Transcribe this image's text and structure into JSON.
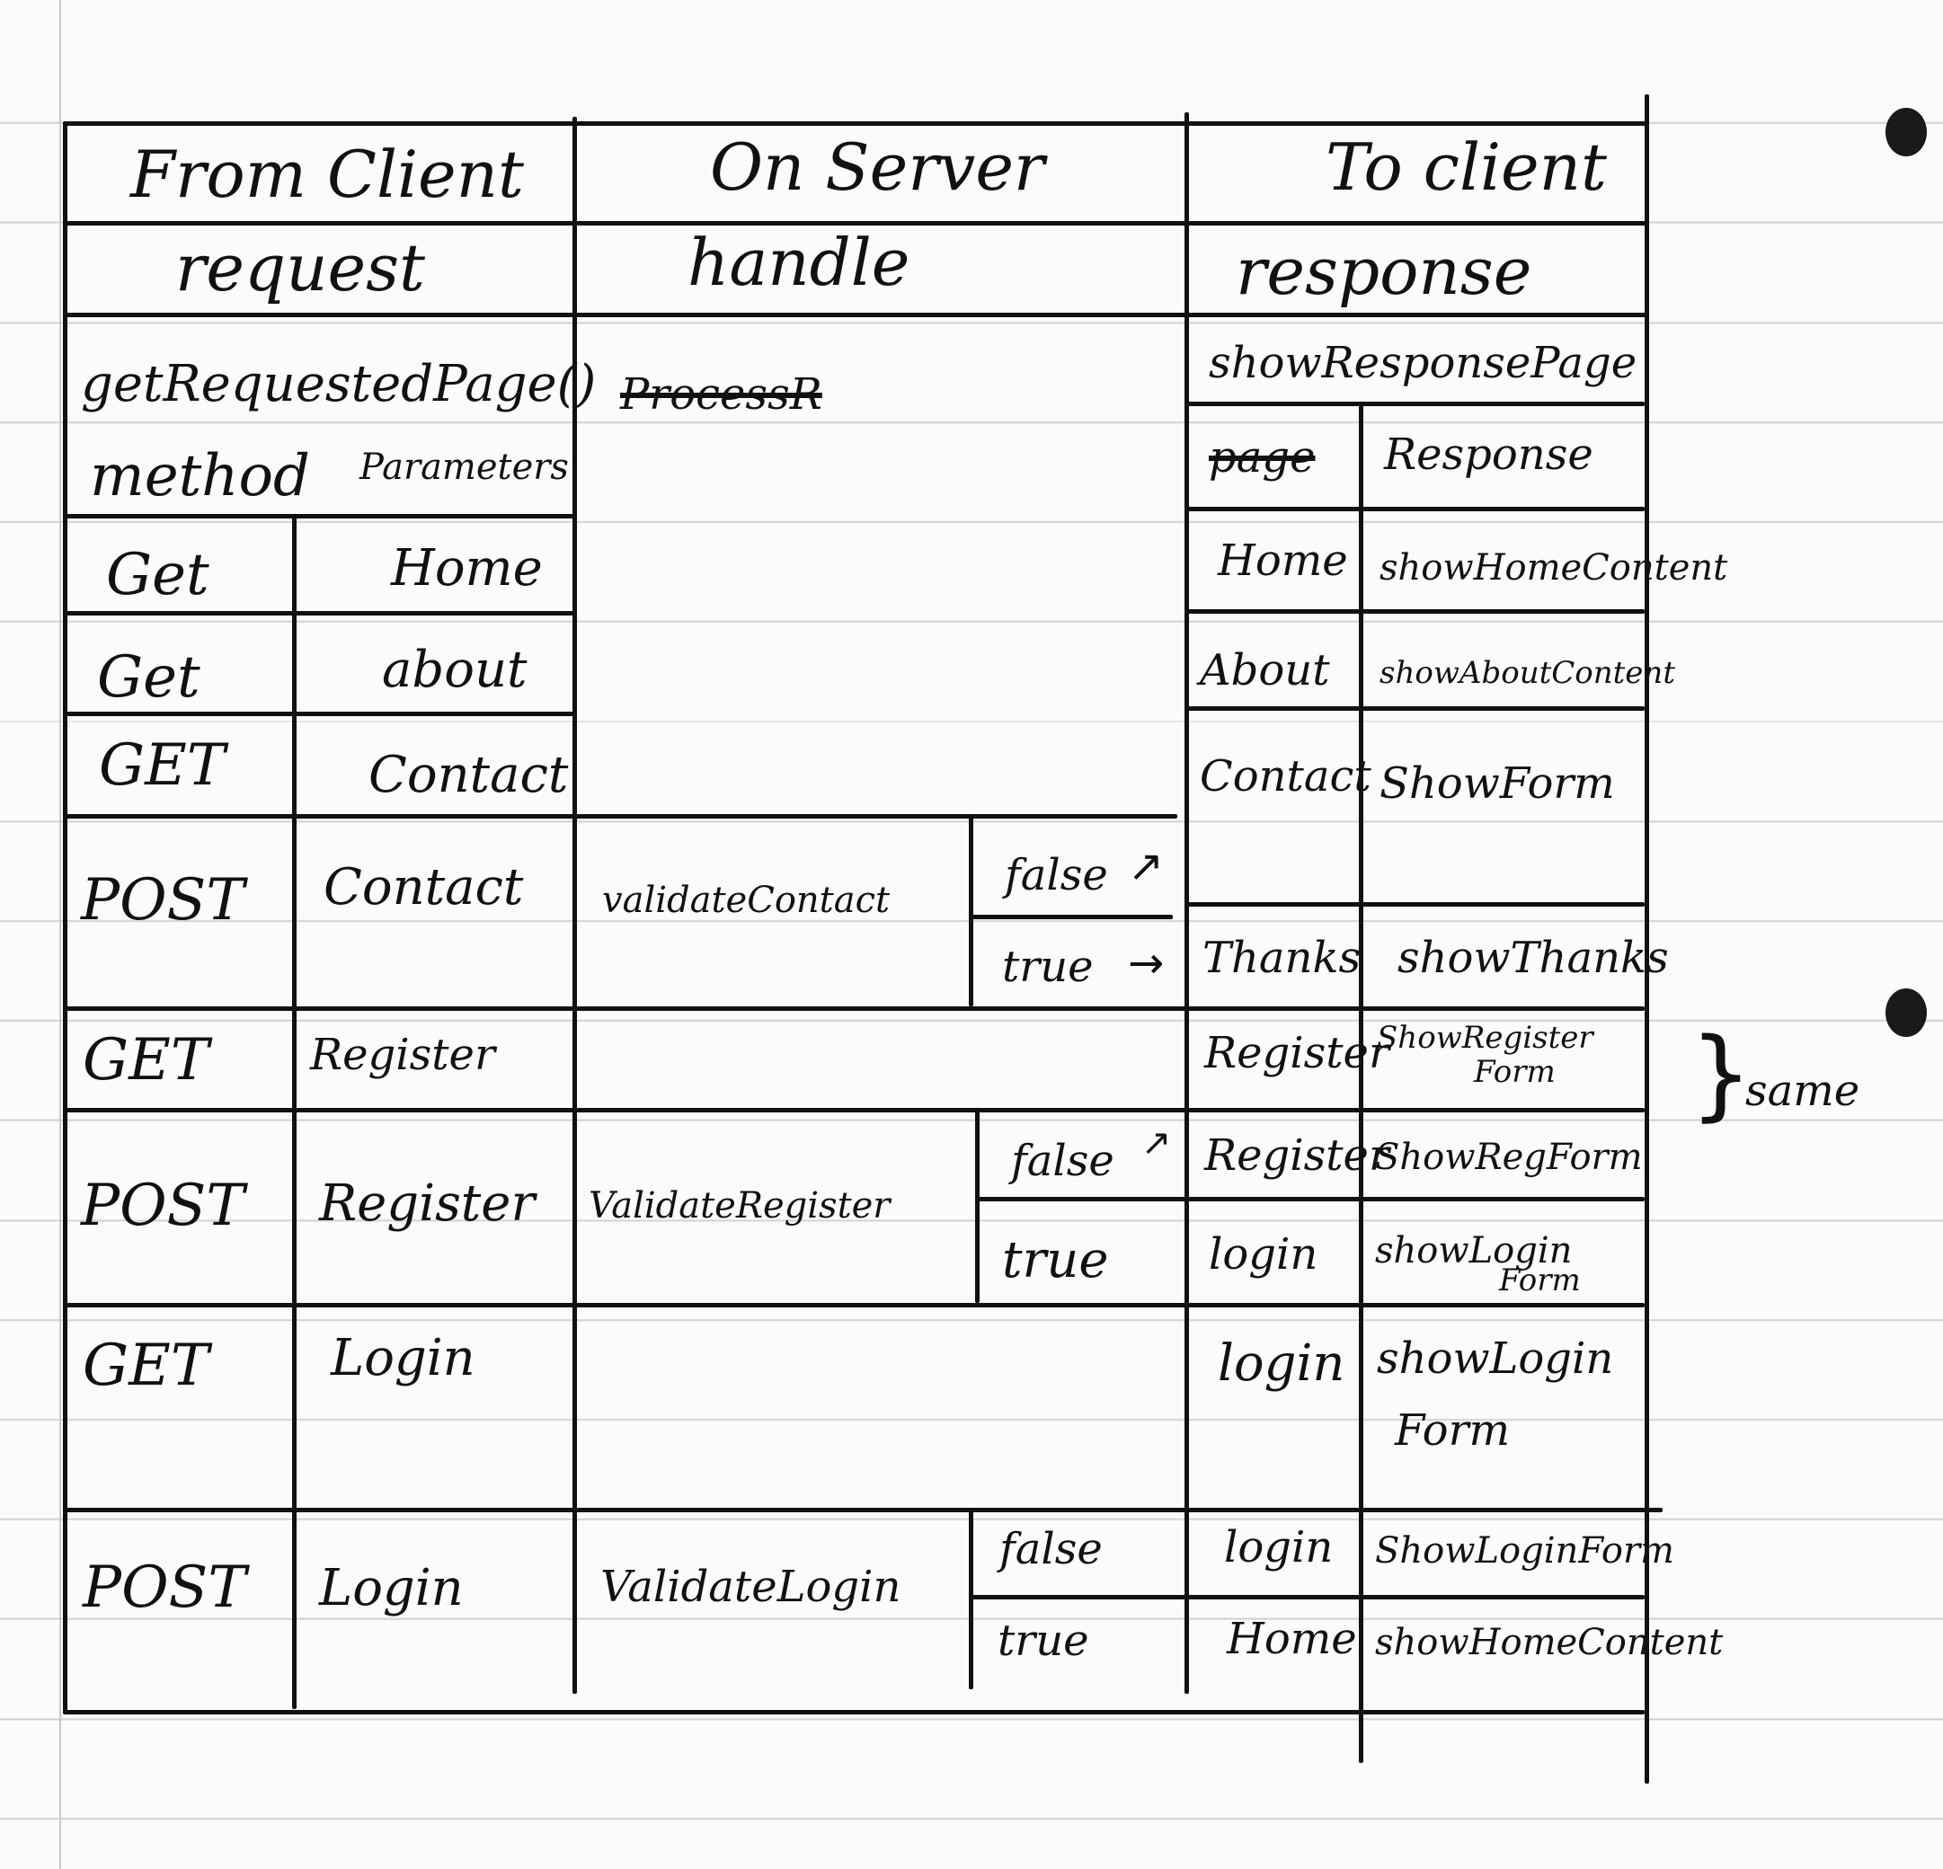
{
  "header": {
    "col1_title": "From Client",
    "col2_title": "On Server",
    "col3_title": "To client",
    "col1_sub": "request",
    "col2_sub": "handle",
    "col3_sub": "response"
  },
  "functions": {
    "client_fn": "getRequestedPage()",
    "server_fn_struck": "ProcessR",
    "response_fn": "showResponsePage"
  },
  "columns": {
    "method": "method",
    "parameters": "Parameters",
    "page_struck": "page",
    "response": "Response"
  },
  "rows": [
    {
      "method": "Get",
      "param": "Home",
      "page": "Home",
      "response": "showHomeContent"
    },
    {
      "method": "Get",
      "param": "about",
      "page": "About",
      "response": "showAboutContent"
    },
    {
      "method": "GET",
      "param": "Contact",
      "page": "Contact",
      "response": "ShowForm"
    },
    {
      "method": "POST",
      "param": "Contact",
      "handler": "validateContact",
      "false_label": "false",
      "true_label": "true",
      "true_page": "Thanks",
      "true_response": "showThanks"
    },
    {
      "method": "GET",
      "param": "Register",
      "page": "Register",
      "response_line1": "ShowRegister",
      "response_line2": "Form"
    },
    {
      "method": "POST",
      "param": "Register",
      "handler": "ValidateRegister",
      "false_label": "false",
      "false_page": "Register",
      "false_response": "ShowRegForm",
      "true_label": "true",
      "true_page": "login",
      "true_response_line1": "showLogin",
      "true_response_line2": "Form"
    },
    {
      "method": "GET",
      "param": "Login",
      "page": "login",
      "response_line1": "showLogin",
      "response_line2": "Form"
    },
    {
      "method": "POST",
      "param": "Login",
      "handler": "ValidateLogin",
      "false_label": "false",
      "false_page": "login",
      "false_response": "ShowLoginForm",
      "true_label": "true",
      "true_page": "Home",
      "true_response": "showHomeContent"
    }
  ],
  "annotation": {
    "brace": "}",
    "text": "same"
  },
  "icons": {
    "arrow": "arrow-up-right-icon",
    "arrow_right": "arrow-right-icon"
  }
}
